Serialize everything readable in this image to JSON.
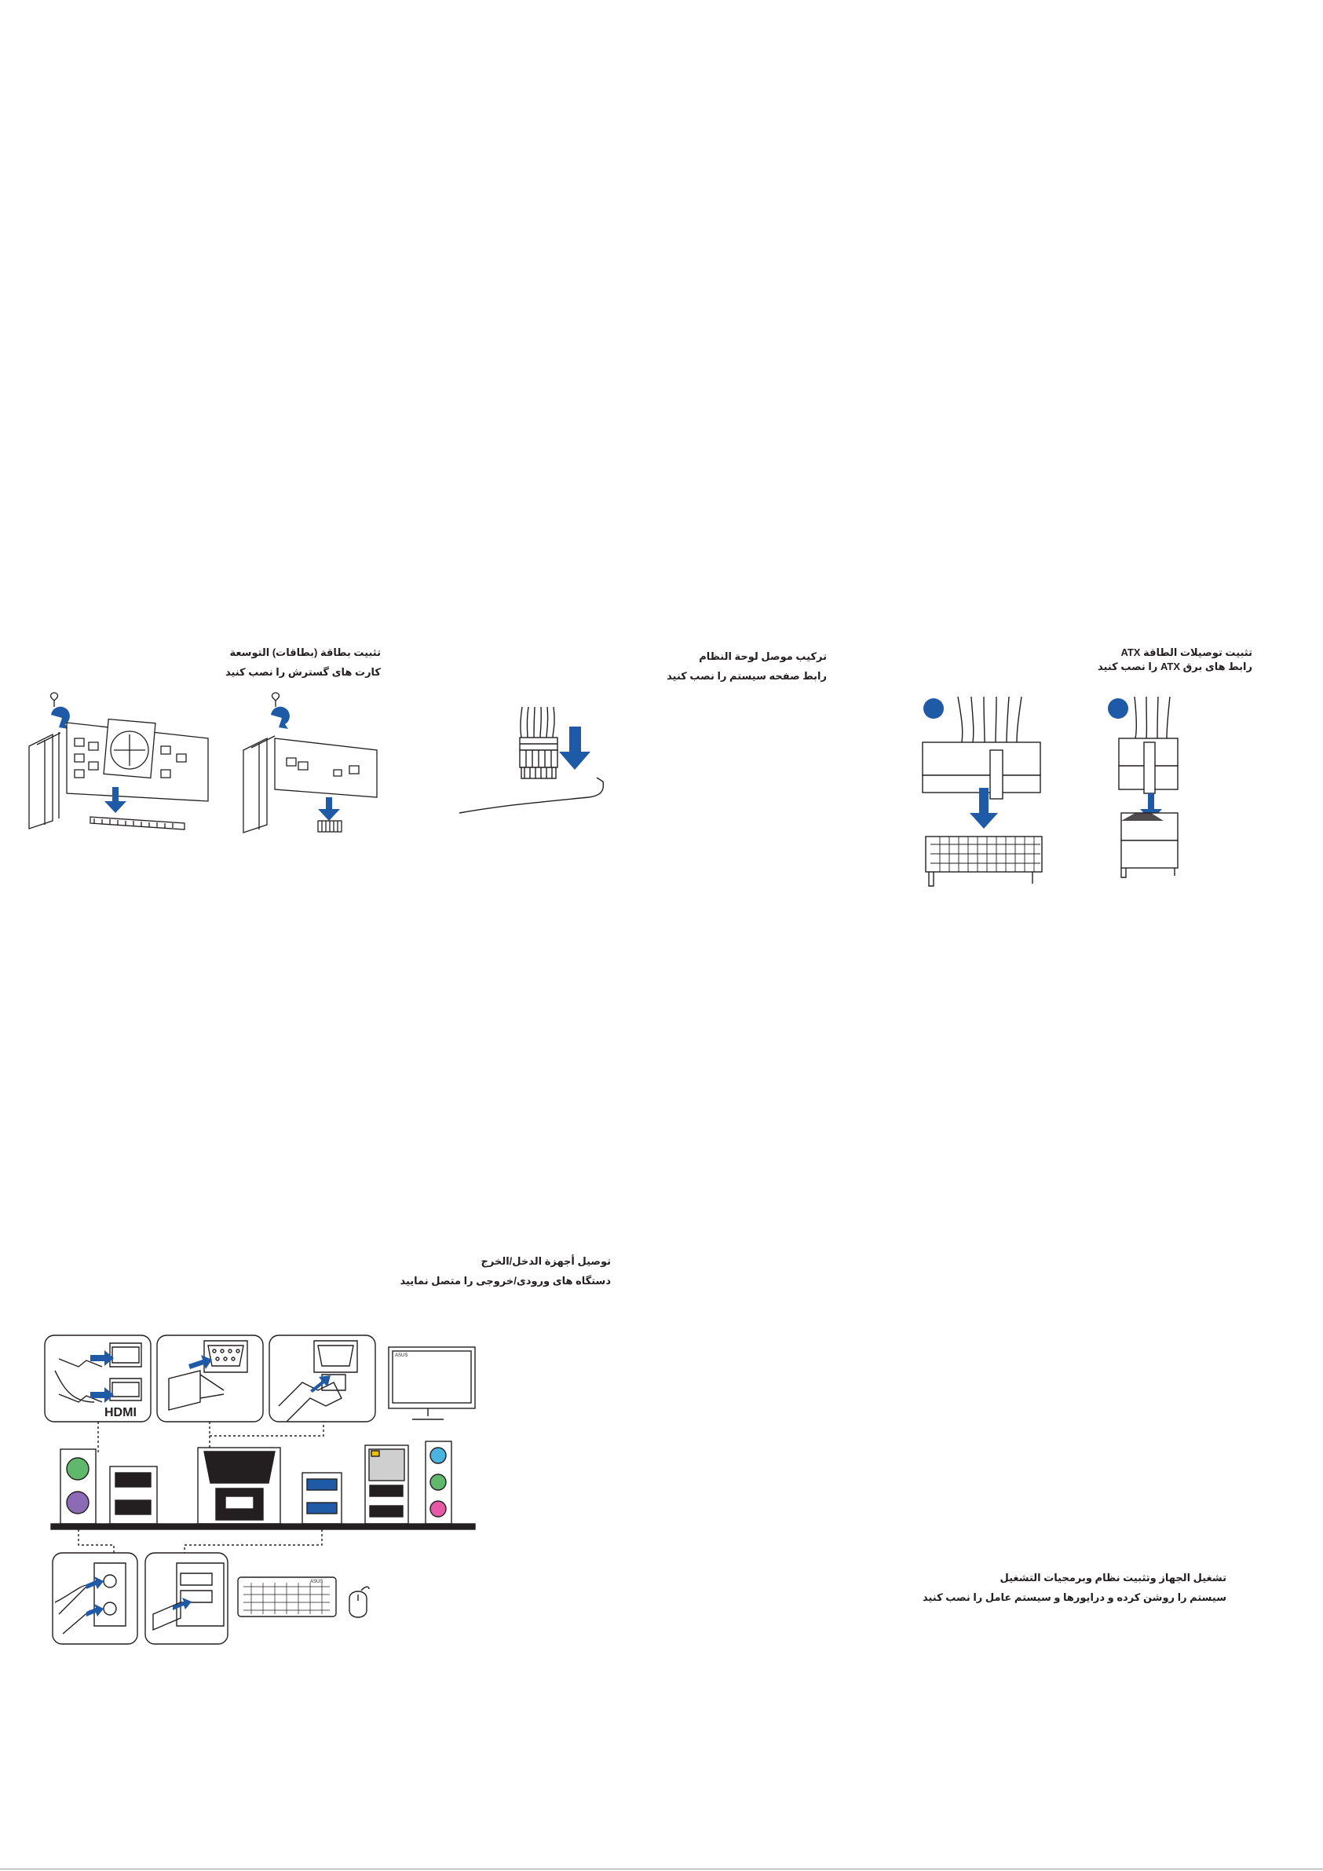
{
  "sections": {
    "atx_power": {
      "title_ar": "تثبيت توصيلات الطاقة ATX",
      "subtitle_fa": "رابط های برق ATX را نصب کنید",
      "icon": "atx-power-connector-diagram"
    },
    "front_panel": {
      "title_ar": "تركيب موصل لوحة النظام",
      "subtitle_fa": "رابط صفحه سیستم را نصب کنید",
      "icon": "front-panel-connector-diagram"
    },
    "expansion_card": {
      "title_ar": "تثبيت بطاقة (بطاقات) التوسعة",
      "subtitle_fa": "کارت های گسترش را نصب کنید",
      "icon": "expansion-card-diagram"
    },
    "io_devices": {
      "title_ar": "توصيل أجهزة الدخل/الخرج",
      "subtitle_fa": "دستگاه های ورودی/خروجی را متصل نمایید",
      "icon": "io-ports-diagram",
      "labels": {
        "hdmi_logo": "HDMI",
        "monitor_brand": "ASUS",
        "keyboard_brand": "ASUS"
      }
    },
    "power_on": {
      "title_ar": "تشغيل الجهاز وتثبيت نظام وبرمجيات التشغيل",
      "subtitle_fa": "سیستم را روشن کرده و درایورها و سیستم عامل را نصب کنید"
    }
  },
  "colors": {
    "accent_blue": "#1f5aa6",
    "text": "#231f20",
    "line": "#231f20"
  }
}
